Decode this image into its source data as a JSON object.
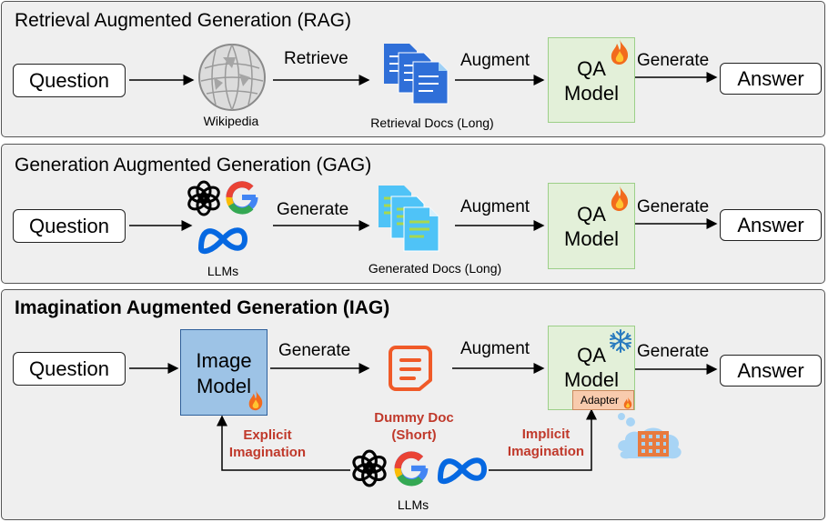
{
  "rag": {
    "title": "Retrieval Augmented Generation (RAG)",
    "question": "Question",
    "source_label": "Wikipedia",
    "retrieve": "Retrieve",
    "docs_label": "Retrieval Docs (Long)",
    "augment": "Augment",
    "qa_line1": "QA",
    "qa_line2": "Model",
    "generate": "Generate",
    "answer": "Answer"
  },
  "gag": {
    "title": "Generation Augmented Generation (GAG)",
    "question": "Question",
    "llms_label": "LLMs",
    "generate1": "Generate",
    "docs_label": "Generated Docs (Long)",
    "augment": "Augment",
    "qa_line1": "QA",
    "qa_line2": "Model",
    "generate2": "Generate",
    "answer": "Answer"
  },
  "iag": {
    "title": "Imagination Augmented Generation (IAG)",
    "question": "Question",
    "image_model_line1": "Image",
    "image_model_line2": "Model",
    "generate1": "Generate",
    "dummy_line1": "Dummy Doc",
    "dummy_line2": "(Short)",
    "augment": "Augment",
    "qa_line1": "QA",
    "qa_line2": "Model",
    "adapter": "Adapter",
    "generate2": "Generate",
    "answer": "Answer",
    "explicit_line1": "Explicit",
    "explicit_line2": "Imagination",
    "implicit_line1": "Implicit",
    "implicit_line2": "Imagination",
    "llms_label": "LLMs"
  },
  "colors": {
    "panel_bg": "#efefef",
    "qa_fill": "#e3f0d9",
    "image_model_fill": "#9dc3e6",
    "adapter_fill": "#f8cbad",
    "highlight_red": "#c0392b",
    "doc_blue": "#2f6fd8",
    "doc_cyan": "#4fc3f7",
    "doc_green": "#a8d84e"
  },
  "icons": [
    "wikipedia-globe-icon",
    "document-stack-icon",
    "fire-icon",
    "openai-icon",
    "google-g-icon",
    "meta-icon",
    "snowflake-icon",
    "dummy-doc-icon",
    "thought-cloud-icon"
  ]
}
